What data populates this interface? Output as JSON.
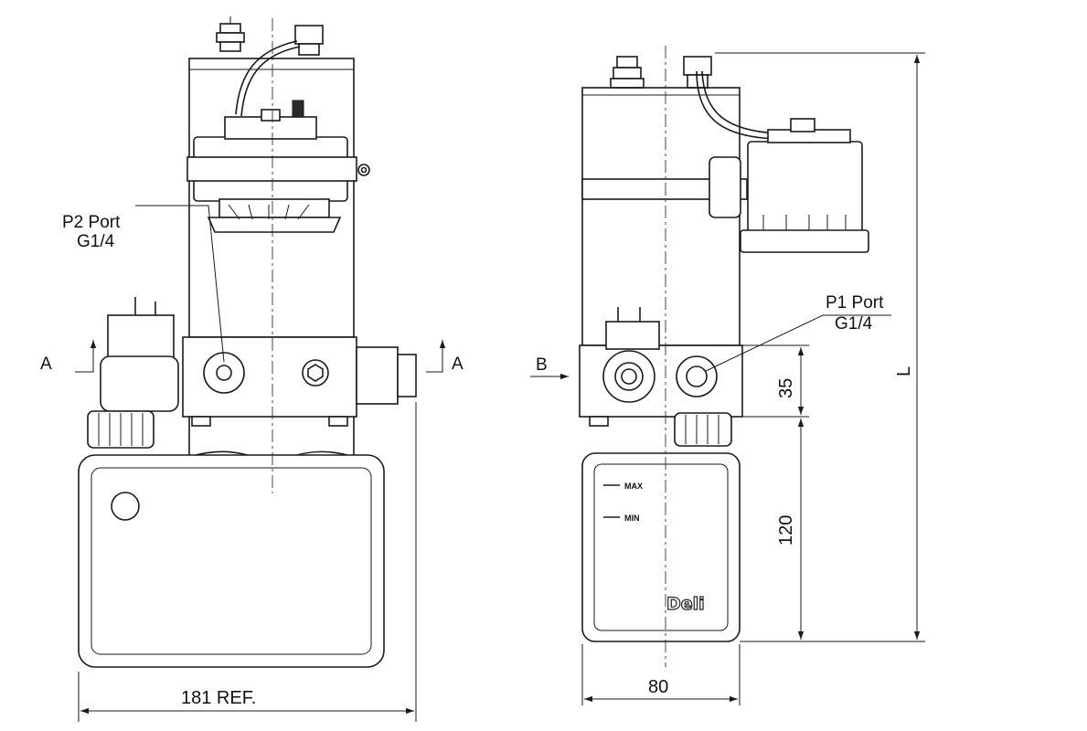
{
  "labels": {
    "p2_port": "P2 Port",
    "p2_thread": "G1/4",
    "p1_port": "P1 Port",
    "p1_thread": "G1/4",
    "section_left": "A",
    "section_right": "A",
    "view_b": "B",
    "gauge_max": "MAX",
    "gauge_min": "MIN",
    "brand": "Deli"
  },
  "dimensions": {
    "width_ref": "181 REF.",
    "width": "80",
    "valve_block_height": "35",
    "tank_height": "120",
    "overall_length": "L"
  }
}
